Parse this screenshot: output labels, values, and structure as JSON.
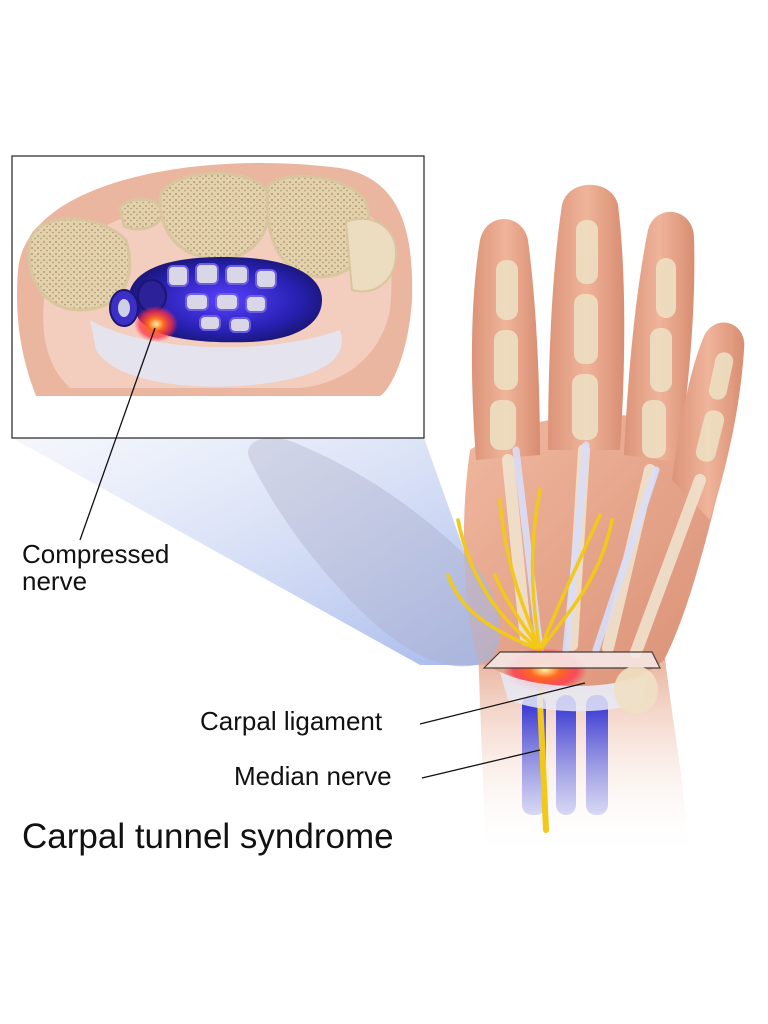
{
  "labels": {
    "compressed_nerve_line1": "Compressed",
    "compressed_nerve_line2": "nerve",
    "carpal_ligament": "Carpal ligament",
    "median_nerve": "Median nerve"
  },
  "title": "Carpal tunnel syndrome",
  "colors": {
    "skin": "#e9a98f",
    "skin_dark": "#d68d74",
    "bone": "#eddcbc",
    "nerve": "#f2c81a",
    "tendon_glow": "#3a2fd0",
    "inflammation": "#ff3b1f",
    "callout_beam": "#c9d4f2"
  }
}
